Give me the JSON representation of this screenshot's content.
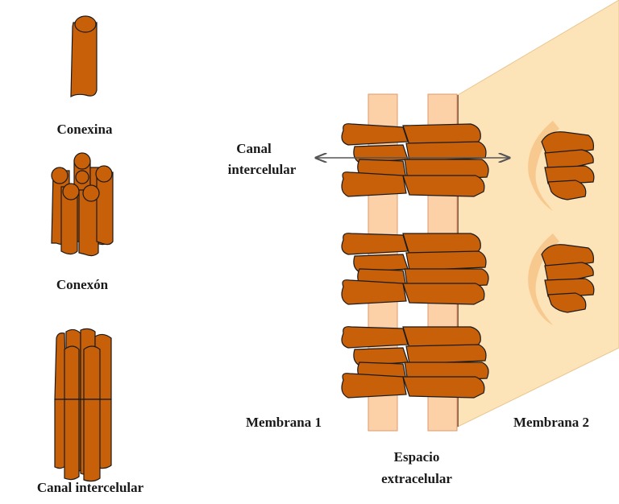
{
  "labels": {
    "conexina": "Conexina",
    "conexon": "Conexón",
    "canal_left": "Canal intercelular",
    "canal_line1": "Canal",
    "canal_line2": "intercelular",
    "membrana1": "Membrana 1",
    "membrana2": "Membrana 2",
    "espacio_line1": "Espacio",
    "espacio_line2": "extracelular"
  },
  "colors": {
    "protein": "#c8600a",
    "outline": "#1a1a1a",
    "membrane_strip": "#fdd1a8",
    "membrane_plane": "#fde3b8",
    "arrow": "#555555"
  }
}
